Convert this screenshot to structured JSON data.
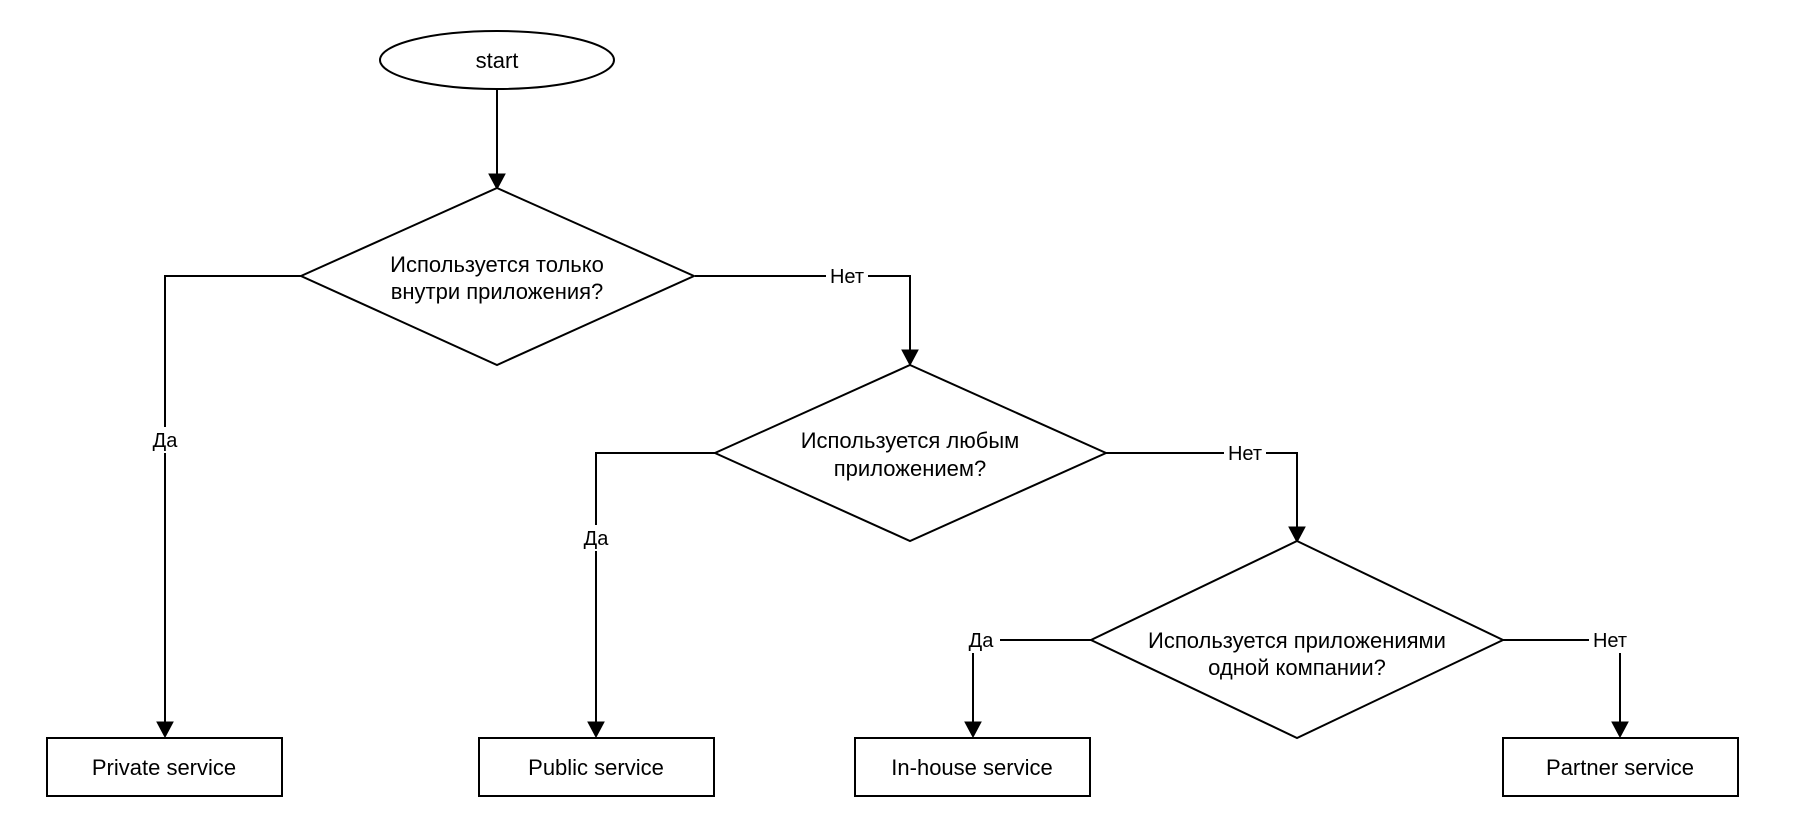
{
  "nodes": {
    "start": {
      "label": "start"
    },
    "q1": {
      "line1": "Используется только",
      "line2": "внутри приложения?"
    },
    "q2": {
      "line1": "Используется любым",
      "line2": "приложением?"
    },
    "q3": {
      "line1": "Используется приложениями",
      "line2": "одной компании?"
    },
    "private": {
      "label": "Private service"
    },
    "public": {
      "label": "Public service"
    },
    "inhouse": {
      "label": "In-house service"
    },
    "partner": {
      "label": "Partner service"
    }
  },
  "edges": {
    "q1_yes": {
      "label": "Да"
    },
    "q1_no": {
      "label": "Нет"
    },
    "q2_yes": {
      "label": "Да"
    },
    "q2_no": {
      "label": "Нет"
    },
    "q3_yes": {
      "label": "Да"
    },
    "q3_no": {
      "label": "Нет"
    }
  }
}
